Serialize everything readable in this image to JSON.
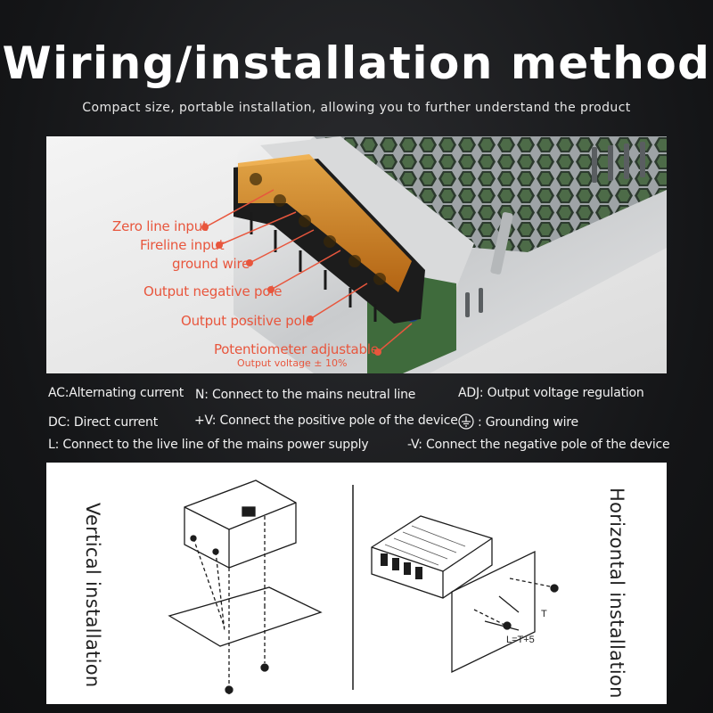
{
  "header": {
    "title": "Wiring/installation method",
    "subtitle": "Compact size, portable installation, allowing you to further understand the product"
  },
  "photo": {
    "labels": {
      "zero_line": "Zero line input",
      "fire_line": "Fireline input",
      "ground": "ground wire",
      "output_negative": "Output negative pole",
      "output_positive": "Output positive pole",
      "potentiometer": "Potentiometer adjustable",
      "potentiometer_note": "Output voltage ± 10%"
    },
    "accent_color": "#e8563d"
  },
  "legend": {
    "ac": "AC:Alternating current",
    "n": "N: Connect to the mains neutral line",
    "adj": "ADJ: Output voltage regulation",
    "dc": "DC: Direct current",
    "v_plus": "+V: Connect the positive pole of the device",
    "ground": ": Grounding wire",
    "l": "L: Connect to the live line of the mains power supply",
    "v_minus": "-V: Connect the negative pole of the device"
  },
  "diagram": {
    "vertical": "Vertical installation",
    "horizontal": "Horizontal installation",
    "dim_t": "T",
    "dim_l": "L=T+5"
  }
}
